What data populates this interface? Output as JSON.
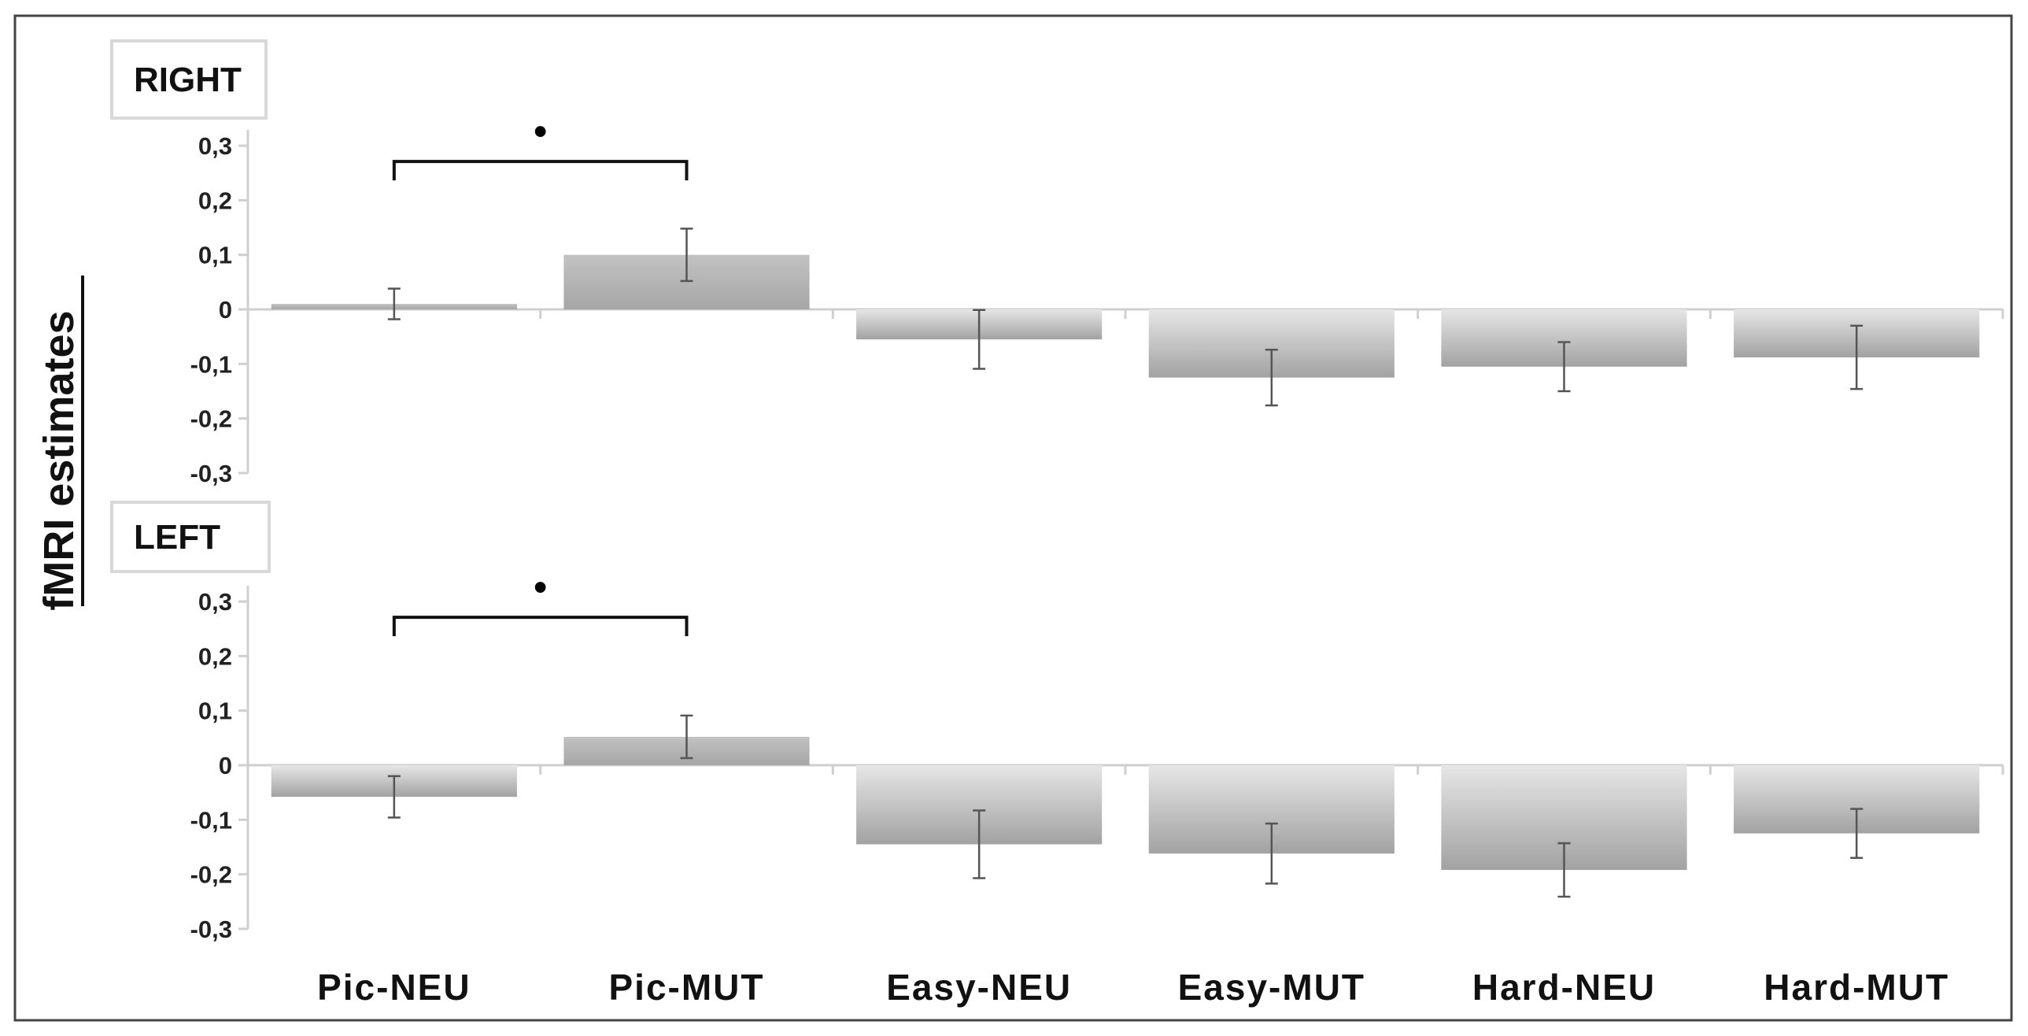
{
  "chart_data": {
    "type": "bar",
    "ylabel": "fMRI estimates",
    "categories": [
      "Pic-NEU",
      "Pic-MUT",
      "Easy-NEU",
      "Easy-MUT",
      "Hard-NEU",
      "Hard-MUT"
    ],
    "ylim": [
      -0.3,
      0.3
    ],
    "yticks": [
      0.3,
      0.2,
      0.1,
      0,
      -0.1,
      -0.2,
      -0.3
    ],
    "ytick_labels": [
      "0,3",
      "0,2",
      "0,1",
      "0",
      "-0,1",
      "-0,2",
      "-0,3"
    ],
    "bar_color": "#b8b8b8",
    "significance_marker": "•",
    "panels": [
      {
        "label": "RIGHT",
        "values": [
          0.01,
          0.1,
          -0.055,
          -0.125,
          -0.105,
          -0.088
        ],
        "error": [
          0.028,
          0.048,
          0.054,
          0.051,
          0.045,
          0.058
        ],
        "significance": {
          "from": 0,
          "to": 1
        }
      },
      {
        "label": "LEFT",
        "values": [
          -0.058,
          0.052,
          -0.145,
          -0.162,
          -0.192,
          -0.125
        ],
        "error": [
          0.038,
          0.039,
          0.062,
          0.055,
          0.049,
          0.045
        ],
        "significance": {
          "from": 0,
          "to": 1
        }
      }
    ]
  }
}
